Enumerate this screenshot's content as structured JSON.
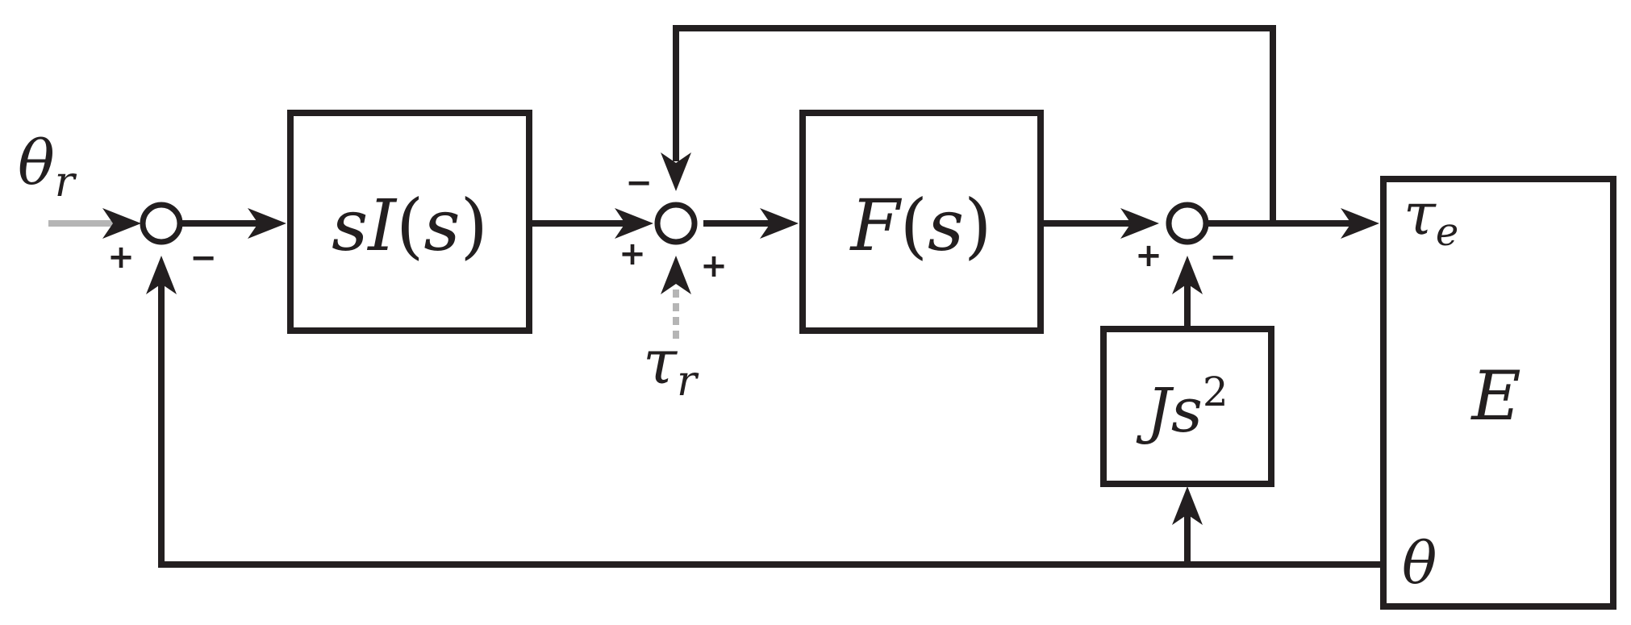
{
  "blocks": {
    "controller": {
      "var": "s",
      "name": "I",
      "lpar": "(",
      "arg": "s",
      "rpar": ")"
    },
    "filter": {
      "name": "F",
      "lpar": "(",
      "arg": "s",
      "rpar": ")"
    },
    "inertia": {
      "name": "J",
      "var": "s",
      "exp": "2"
    },
    "environment": {
      "name": "E"
    }
  },
  "signals": {
    "reference_angle": {
      "sym": "θ",
      "sub": "r"
    },
    "reference_torque": {
      "sym": "τ",
      "sub": "r"
    },
    "env_torque": {
      "sym": "τ",
      "sub": "e"
    },
    "env_angle": {
      "sym": "θ"
    }
  },
  "signs": {
    "sum1_left": "+",
    "sum1_bottom": "−",
    "sum2_top": "−",
    "sum2_left": "+",
    "sum2_bottom": "+",
    "sum3_left": "+",
    "sum3_bottom": "−"
  },
  "colors": {
    "line": "#231f20",
    "input_line": "#b5b5b5"
  }
}
